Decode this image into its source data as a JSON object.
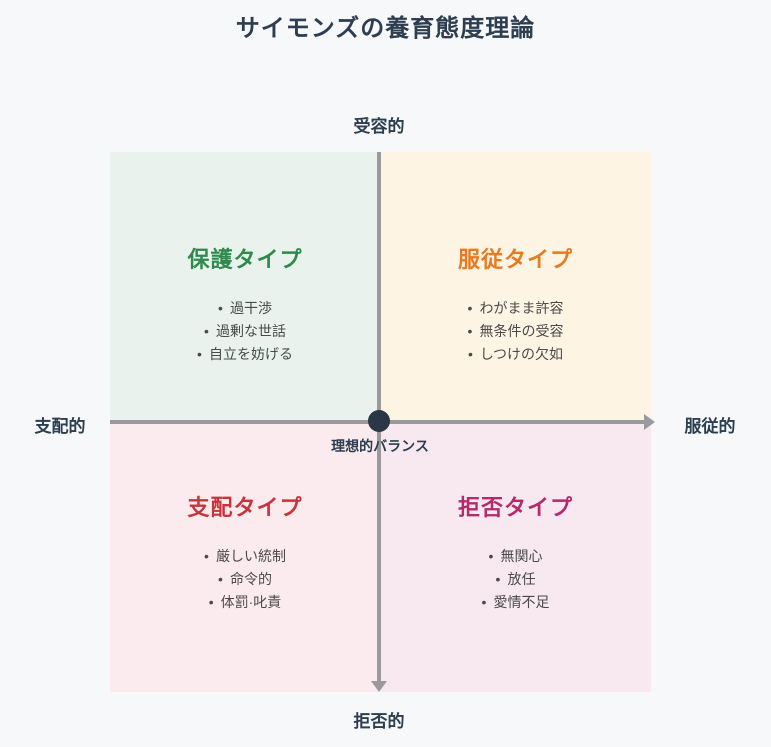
{
  "page": {
    "background_color": "#f7f8fa",
    "text_color": "#2c3e50"
  },
  "title": "サイモンズの養育態度理論",
  "axis": {
    "top_label": "受容的",
    "bottom_label": "拒否的",
    "left_label": "支配的",
    "right_label": "服従的",
    "line_color": "#9a9a9e"
  },
  "center": {
    "label": "理想的バランス",
    "dot_color": "#2b3747"
  },
  "quadrants": {
    "top_left": {
      "title": "保護タイプ",
      "title_color": "#2e8b4c",
      "bg_color": "#e9f2ec",
      "items": [
        "過干渉",
        "過剰な世話",
        "自立を妨げる"
      ]
    },
    "top_right": {
      "title": "服従タイプ",
      "title_color": "#e87a21",
      "bg_color": "#fdf4e4",
      "items": [
        "わがまま許容",
        "無条件の受容",
        "しつけの欠如"
      ]
    },
    "bottom_left": {
      "title": "支配タイプ",
      "title_color": "#c9343c",
      "bg_color": "#fbebee",
      "items": [
        "厳しい統制",
        "命令的",
        "体罰·叱責"
      ]
    },
    "bottom_right": {
      "title": "拒否タイプ",
      "title_color": "#b52a6a",
      "bg_color": "#f7e9ef",
      "items": [
        "無関心",
        "放任",
        "愛情不足"
      ]
    }
  },
  "icons": {
    "bullet": "•"
  }
}
